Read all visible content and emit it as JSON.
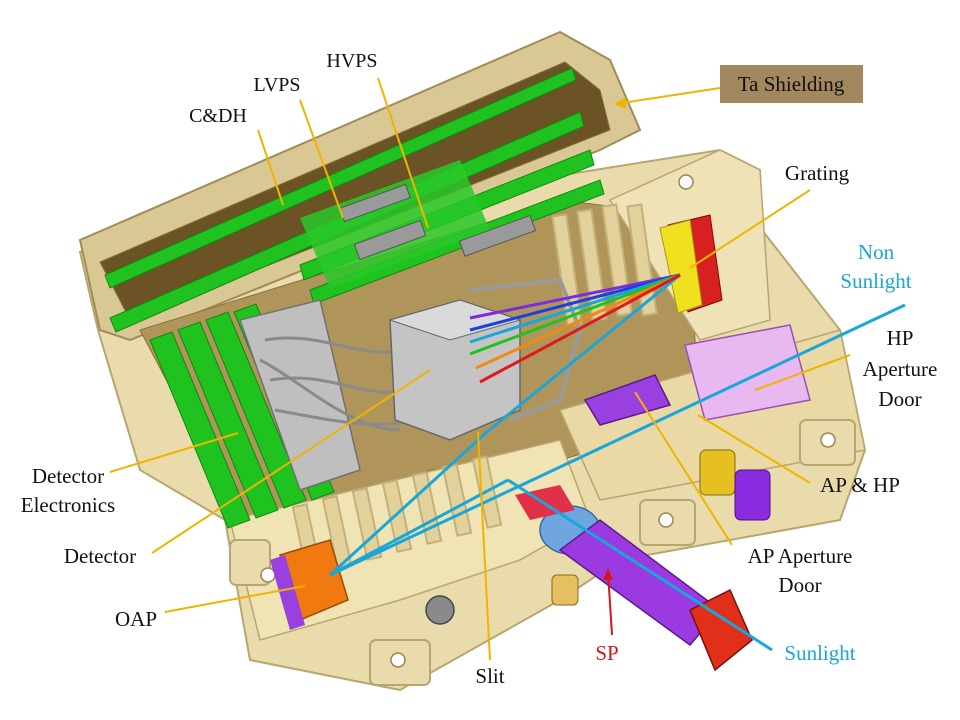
{
  "labels": {
    "ta_shielding": "Ta Shielding",
    "hvps": "HVPS",
    "lvps": "LVPS",
    "cdh": "C&DH",
    "grating": "Grating",
    "non_sunlight_1": "Non",
    "non_sunlight_2": "Sunlight",
    "hp_door_1": "HP",
    "hp_door_2": "Aperture",
    "hp_door_3": "Door",
    "ap_hp": "AP & HP",
    "ap_door_1": "AP Aperture",
    "ap_door_2": "Door",
    "sunlight": "Sunlight",
    "sp": "SP",
    "slit": "Slit",
    "oap": "OAP",
    "detector": "Detector",
    "det_elec_1": "Detector",
    "det_elec_2": "Electronics"
  },
  "colors": {
    "housing": "#e8d9a8",
    "housing_edge": "#b8a670",
    "interior": "#b0955a",
    "pcb_green": "#1fc21f",
    "leader": "#f0b400",
    "light_path": "#19a6d8",
    "label_text": "#111111",
    "sunlight_text": "#19a6d8",
    "sp_text": "#d01818",
    "tag_bg": "#a3875e",
    "orange_part": "#f07a10",
    "purple_part": "#8a2be0",
    "red_part": "#d92020",
    "yellow_part": "#f0e020",
    "gray_part": "#a8a8a8"
  }
}
